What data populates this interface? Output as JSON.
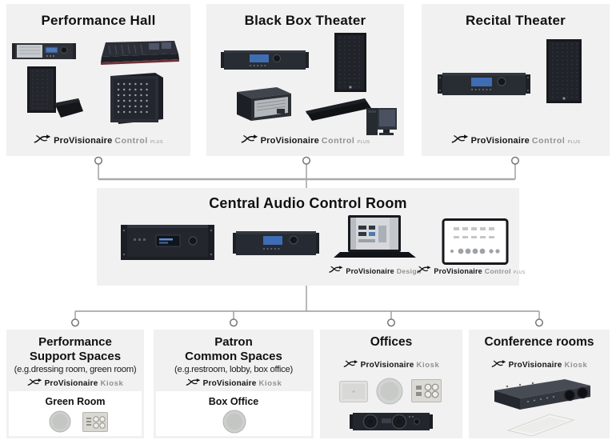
{
  "colors": {
    "page_bg": "#ffffff",
    "panel_bg": "#f1f1f1",
    "card_bg": "#ffffff",
    "connector_line": "#9b9b9b",
    "title_text": "#111111",
    "logo_gray": "#909090",
    "screen_blue": "#4e79b8"
  },
  "brand": {
    "name": "ProVisionaire"
  },
  "top_panels": [
    {
      "title": "Performance Hall",
      "logo": {
        "product": "Control",
        "suffix": "PLUS"
      },
      "devices": [
        "rack-amplifier",
        "mixing-console",
        "stage-speakers",
        "matrix-processor"
      ]
    },
    {
      "title": "Black Box Theater",
      "logo": {
        "product": "Control",
        "suffix": "PLUS"
      },
      "devices": [
        "power-amplifier",
        "equipment-rack",
        "loudspeaker",
        "soundbar-with-pc"
      ]
    },
    {
      "title": "Recital Theater",
      "logo": {
        "product": "Control",
        "suffix": "PLUS"
      },
      "devices": [
        "power-amplifier",
        "loudspeaker"
      ]
    }
  ],
  "central": {
    "title": "Central Audio Control Room",
    "logos": [
      {
        "product": "Design",
        "suffix": ""
      },
      {
        "product": "Control",
        "suffix": "PLUS"
      }
    ],
    "devices": [
      "signal-processor",
      "power-amplifier",
      "laptop-provisionaire-design",
      "tablet-provisionaire-control"
    ]
  },
  "bottom_panels": [
    {
      "title_lines": [
        "Performance",
        "Support Spaces"
      ],
      "subtitle": "(e.g.dressing room, green room)",
      "logo": {
        "product": "Kiosk",
        "suffix": ""
      },
      "room": "Green Room",
      "devices": [
        "ceiling-speaker",
        "wall-controller"
      ]
    },
    {
      "title_lines": [
        "Patron",
        "Common Spaces"
      ],
      "subtitle": "(e.g.restroom, lobby, box office)",
      "logo": {
        "product": "Kiosk",
        "suffix": ""
      },
      "room": "Box Office",
      "devices": [
        "ceiling-speaker"
      ]
    },
    {
      "title_lines": [
        "Offices"
      ],
      "logo": {
        "product": "Kiosk",
        "suffix": ""
      },
      "devices": [
        "surface-mount-speaker",
        "ceiling-speaker",
        "wall-controller",
        "power-amplifier"
      ]
    },
    {
      "title_lines": [
        "Conference rooms"
      ],
      "logo": {
        "product": "Kiosk",
        "suffix": ""
      },
      "devices": [
        "rack-mixer",
        "ceiling-tile-speaker"
      ]
    }
  ]
}
